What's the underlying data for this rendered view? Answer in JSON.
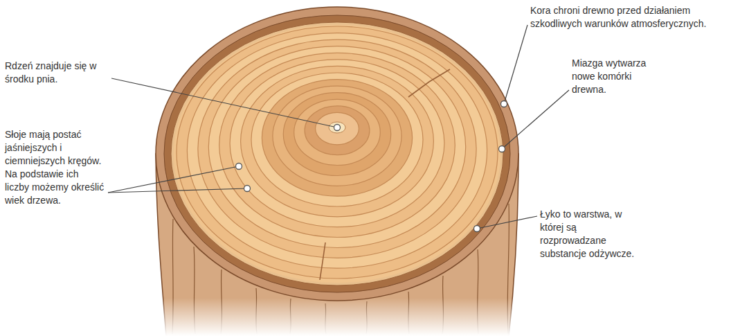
{
  "diagram": {
    "labels": [
      "Rdzeń znajduje się w środku pnia.",
      "Słoje mają postać jaśniejszych i ciemniejszych kręgów. Na podstawie ich liczby możemy określić wiek drzewa.",
      "Kora chroni drewno przed działaniem szkodliwych warunków atmosferycznych.",
      "Miazga wytwarza nowe komórki drewna.",
      "Łyko to warstwa, w której są rozprowadzane substancje odżywcze."
    ]
  }
}
